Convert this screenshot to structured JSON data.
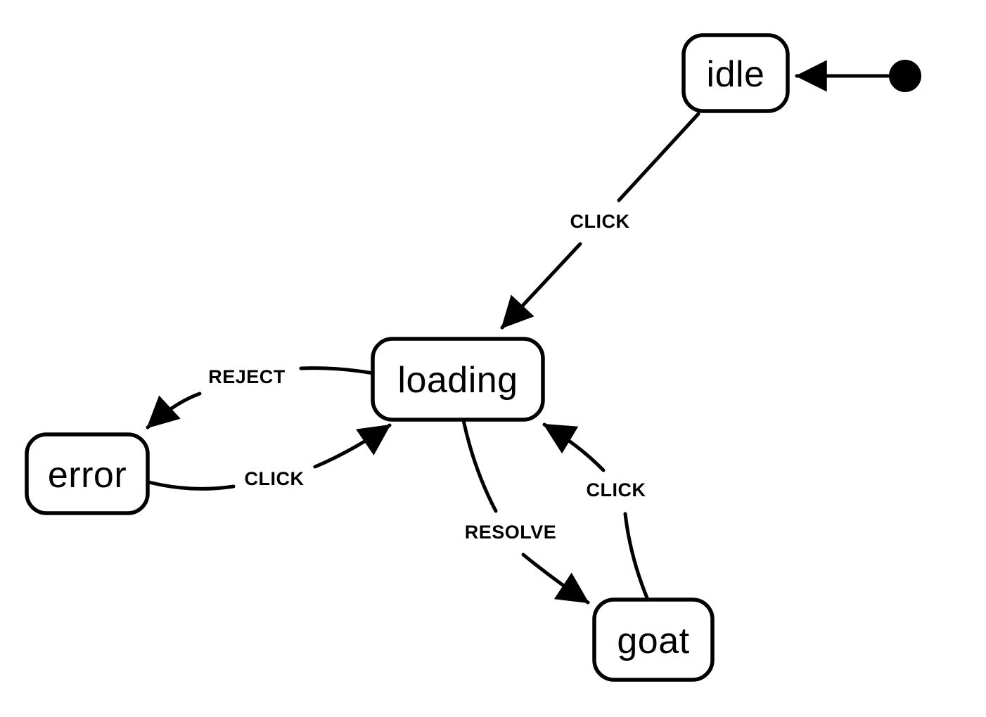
{
  "diagram": {
    "type": "state-machine",
    "background_color": "#ffffff",
    "stroke_color": "#000000",
    "initial_state": "idle",
    "states": [
      {
        "id": "idle",
        "label": "idle"
      },
      {
        "id": "loading",
        "label": "loading"
      },
      {
        "id": "error",
        "label": "error"
      },
      {
        "id": "goat",
        "label": "goat"
      }
    ],
    "transitions": [
      {
        "from": "(initial)",
        "to": "idle",
        "label": ""
      },
      {
        "from": "idle",
        "to": "loading",
        "label": "CLICK"
      },
      {
        "from": "loading",
        "to": "error",
        "label": "REJECT"
      },
      {
        "from": "error",
        "to": "loading",
        "label": "CLICK"
      },
      {
        "from": "loading",
        "to": "goat",
        "label": "RESOLVE"
      },
      {
        "from": "goat",
        "to": "loading",
        "label": "CLICK"
      }
    ]
  }
}
